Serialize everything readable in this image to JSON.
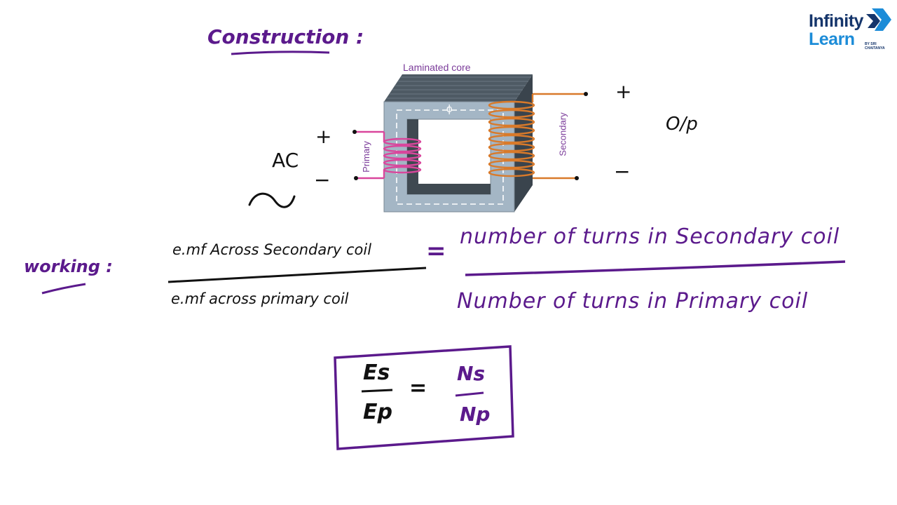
{
  "logo": {
    "line1": "Infinity",
    "line2": "Learn",
    "tagline": "BY SRI CHAITANYA"
  },
  "notes": {
    "construction": "Construction :",
    "ac": "AC",
    "plus_in": "+",
    "minus_in": "−",
    "plus_out": "+",
    "minus_out": "−",
    "output": "O/p",
    "working": "working :",
    "lhs_num": "e.mf Across Secondary coil",
    "lhs_den": "e.mf across primary coil",
    "equals": "=",
    "rhs_num": "number of turns in Secondary coil",
    "rhs_den": "Number of turns in Primary coil",
    "es": "Es",
    "ep": "Ep",
    "box_equals": "=",
    "ns": "Ns",
    "np": "Np"
  },
  "diagram": {
    "core_label": "Laminated core",
    "primary_label": "Primary",
    "secondary_label": "Secondary",
    "flux_symbol": "ϕ",
    "colors": {
      "core": "#a4b6c5",
      "core_dark": "#3a444d",
      "primary": "#d9469c",
      "secondary": "#d97a2a",
      "ink": "#5b1a8c"
    }
  }
}
